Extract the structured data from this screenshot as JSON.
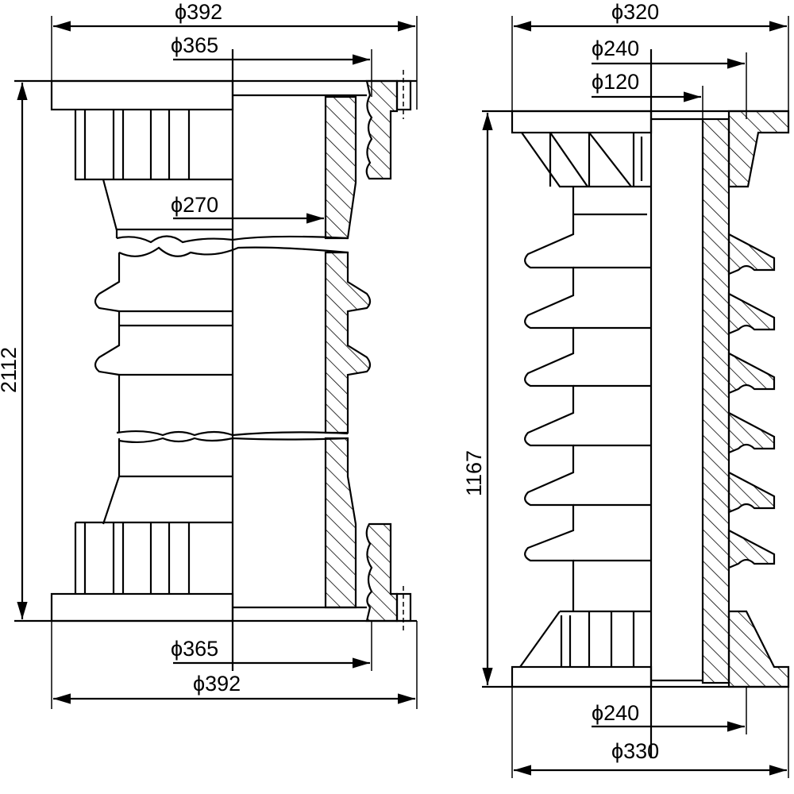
{
  "left_drawing": {
    "dim_top_outer": "ϕ392",
    "dim_top_inner": "ϕ365",
    "dim_bore": "ϕ270",
    "dim_height": "2112",
    "dim_bottom_inner": "ϕ365",
    "dim_bottom_outer": "ϕ392"
  },
  "right_drawing": {
    "dim_top_outer": "ϕ320",
    "dim_top_mid": "ϕ240",
    "dim_top_bore": "ϕ120",
    "dim_height": "1167",
    "dim_bottom_mid": "ϕ240",
    "dim_bottom_outer": "ϕ330"
  }
}
